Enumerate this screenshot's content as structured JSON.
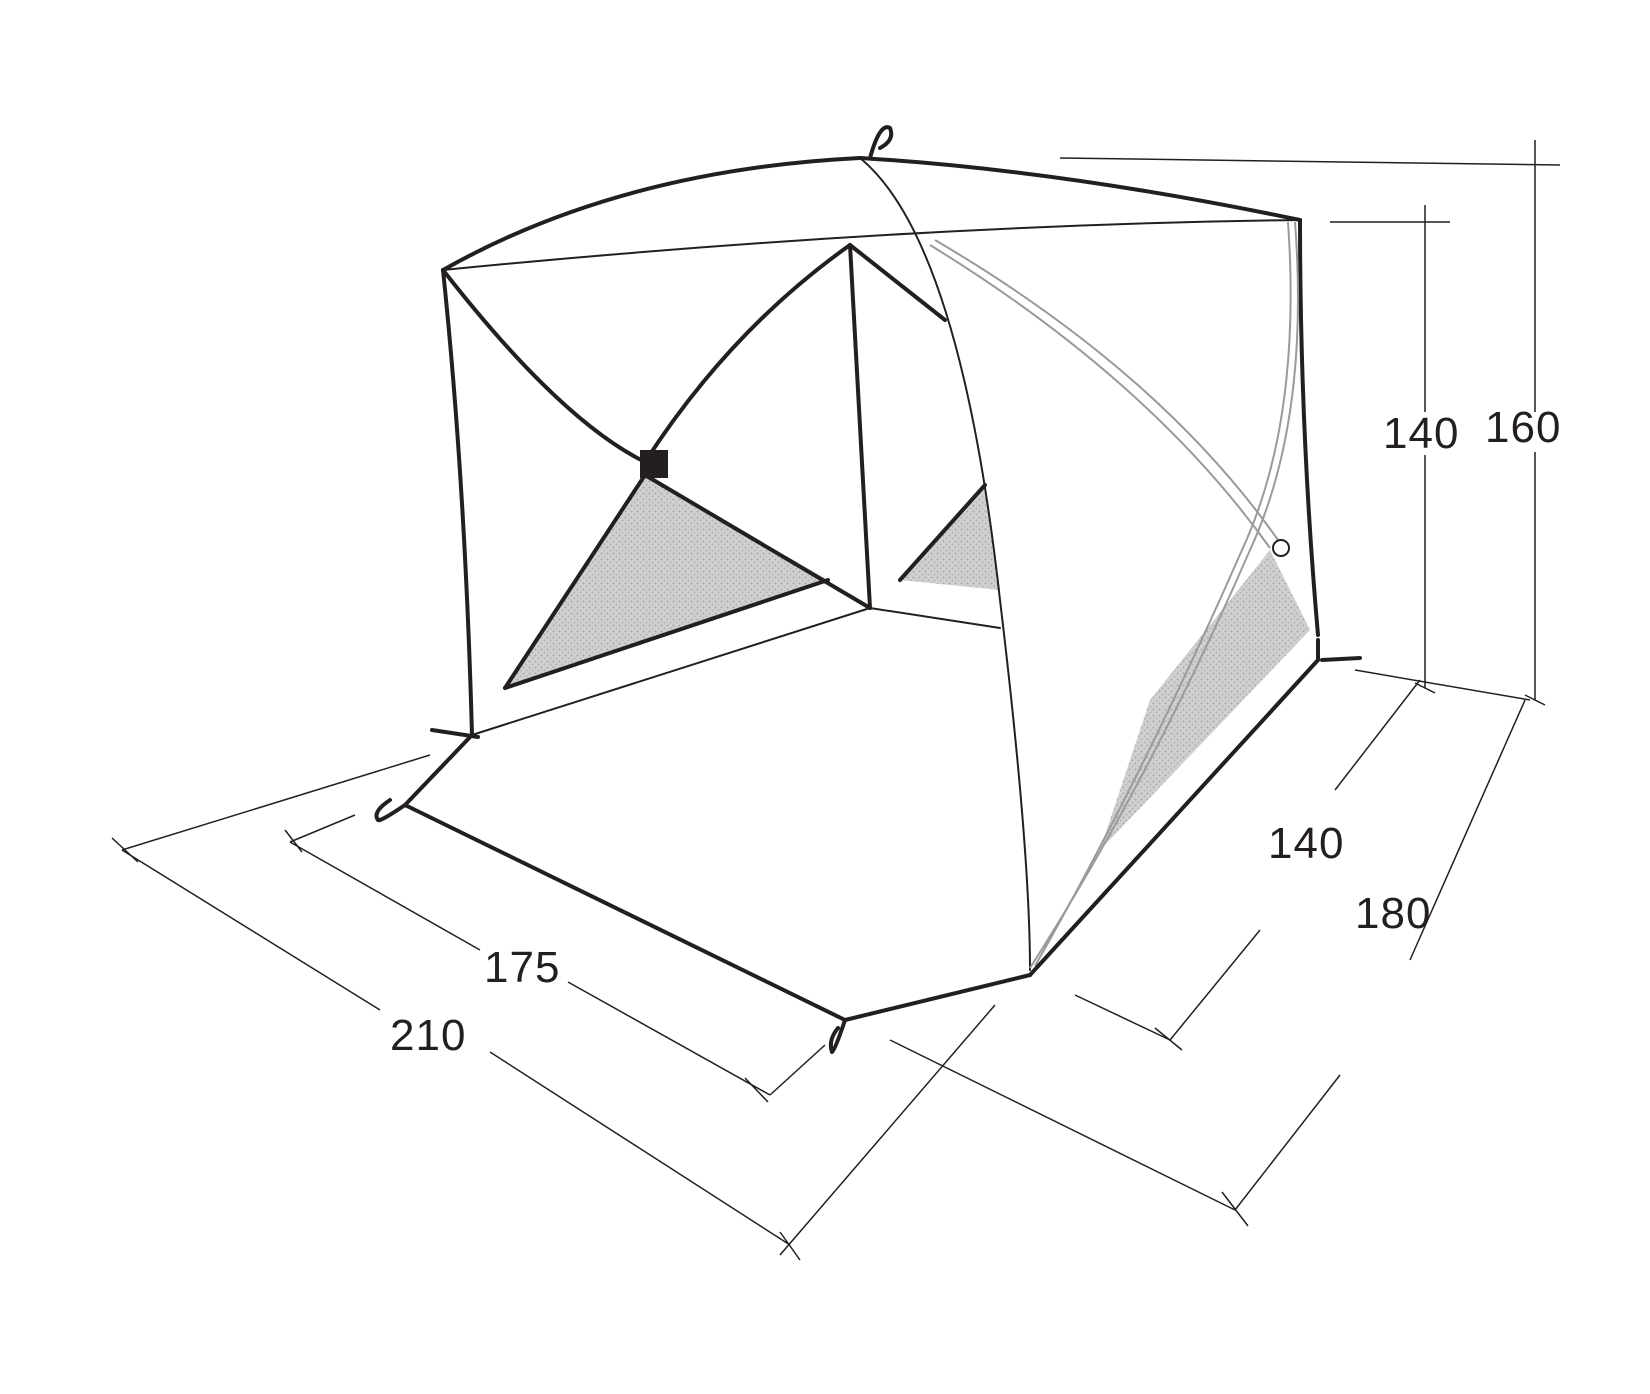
{
  "diagram": {
    "colors": {
      "line": "#231f20",
      "mesh": "#c8c8c8",
      "pole_grey": "#9a9a9a",
      "background": "#ffffff"
    },
    "dimensions": {
      "width_outer": "210",
      "width_inner": "175",
      "depth_inner": "140",
      "depth_outer": "180",
      "height_inner": "140",
      "height_outer": "160"
    }
  }
}
